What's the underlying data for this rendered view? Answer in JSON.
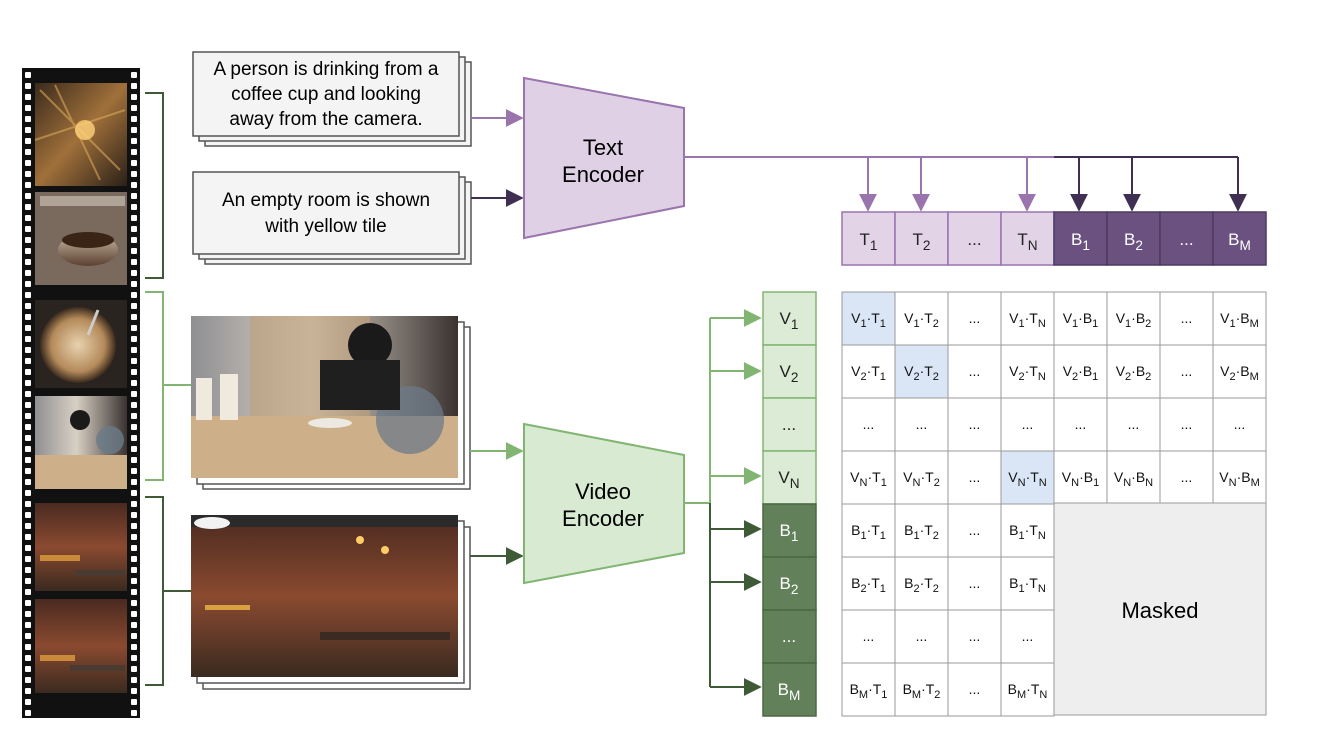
{
  "captions": [
    {
      "lines": [
        "A person is drinking from a",
        "coffee cup and looking",
        "away from the camera."
      ]
    },
    {
      "lines": [
        "An empty room is shown",
        "with yellow tile"
      ]
    }
  ],
  "text_encoder": {
    "lines": [
      "Text",
      "Encoder"
    ]
  },
  "video_encoder": {
    "lines": [
      "Video",
      "Encoder"
    ]
  },
  "text_tokens": [
    {
      "base": "T",
      "sub": "1",
      "kind": "T"
    },
    {
      "base": "T",
      "sub": "2",
      "kind": "T"
    },
    {
      "base": "...",
      "sub": "",
      "kind": "T"
    },
    {
      "base": "T",
      "sub": "N",
      "kind": "T"
    },
    {
      "base": "B",
      "sub": "1",
      "kind": "B"
    },
    {
      "base": "B",
      "sub": "2",
      "kind": "B"
    },
    {
      "base": "...",
      "sub": "",
      "kind": "B"
    },
    {
      "base": "B",
      "sub": "M",
      "kind": "B"
    }
  ],
  "video_tokens": [
    {
      "base": "V",
      "sub": "1",
      "kind": "V"
    },
    {
      "base": "V",
      "sub": "2",
      "kind": "V"
    },
    {
      "base": "...",
      "sub": "",
      "kind": "V"
    },
    {
      "base": "V",
      "sub": "N",
      "kind": "V"
    },
    {
      "base": "B",
      "sub": "1",
      "kind": "B"
    },
    {
      "base": "B",
      "sub": "2",
      "kind": "B"
    },
    {
      "base": "...",
      "sub": "",
      "kind": "B"
    },
    {
      "base": "B",
      "sub": "M",
      "kind": "B"
    }
  ],
  "matrix_rows": [
    [
      {
        "a": "V",
        "as": "1",
        "b": "T",
        "bs": "1",
        "hl": true
      },
      {
        "a": "V",
        "as": "1",
        "b": "T",
        "bs": "2"
      },
      {
        "text": "..."
      },
      {
        "a": "V",
        "as": "1",
        "b": "T",
        "bs": "N"
      },
      {
        "a": "V",
        "as": "1",
        "b": "B",
        "bs": "1"
      },
      {
        "a": "V",
        "as": "1",
        "b": "B",
        "bs": "2"
      },
      {
        "text": "..."
      },
      {
        "a": "V",
        "as": "1",
        "b": "B",
        "bs": "M"
      }
    ],
    [
      {
        "a": "V",
        "as": "2",
        "b": "T",
        "bs": "1"
      },
      {
        "a": "V",
        "as": "2",
        "b": "T",
        "bs": "2",
        "hl": true
      },
      {
        "text": "..."
      },
      {
        "a": "V",
        "as": "2",
        "b": "T",
        "bs": "N"
      },
      {
        "a": "V",
        "as": "2",
        "b": "B",
        "bs": "1"
      },
      {
        "a": "V",
        "as": "2",
        "b": "B",
        "bs": "2"
      },
      {
        "text": "..."
      },
      {
        "a": "V",
        "as": "2",
        "b": "B",
        "bs": "M"
      }
    ],
    [
      {
        "text": "..."
      },
      {
        "text": "..."
      },
      {
        "text": "..."
      },
      {
        "text": "..."
      },
      {
        "text": "..."
      },
      {
        "text": "..."
      },
      {
        "text": "..."
      },
      {
        "text": "..."
      }
    ],
    [
      {
        "a": "V",
        "as": "N",
        "b": "T",
        "bs": "1"
      },
      {
        "a": "V",
        "as": "N",
        "b": "T",
        "bs": "2"
      },
      {
        "text": "..."
      },
      {
        "a": "V",
        "as": "N",
        "b": "T",
        "bs": "N",
        "hl": true
      },
      {
        "a": "V",
        "as": "N",
        "b": "B",
        "bs": "1"
      },
      {
        "a": "V",
        "as": "N",
        "b": "B",
        "bs": "N"
      },
      {
        "text": "..."
      },
      {
        "a": "V",
        "as": "N",
        "b": "B",
        "bs": "M"
      }
    ],
    [
      {
        "a": "B",
        "as": "1",
        "b": "T",
        "bs": "1"
      },
      {
        "a": "B",
        "as": "1",
        "b": "T",
        "bs": "2"
      },
      {
        "text": "..."
      },
      {
        "a": "B",
        "as": "1",
        "b": "T",
        "bs": "N"
      }
    ],
    [
      {
        "a": "B",
        "as": "2",
        "b": "T",
        "bs": "1"
      },
      {
        "a": "B",
        "as": "2",
        "b": "T",
        "bs": "2"
      },
      {
        "text": "..."
      },
      {
        "a": "B",
        "as": "1",
        "b": "T",
        "bs": "N"
      }
    ],
    [
      {
        "text": "..."
      },
      {
        "text": "..."
      },
      {
        "text": "..."
      },
      {
        "text": "..."
      }
    ],
    [
      {
        "a": "B",
        "as": "M",
        "b": "T",
        "bs": "1"
      },
      {
        "a": "B",
        "as": "M",
        "b": "T",
        "bs": "2"
      },
      {
        "text": "..."
      },
      {
        "a": "B",
        "as": "M",
        "b": "T",
        "bs": "N"
      }
    ]
  ],
  "masked_label": "Masked",
  "colors": {
    "text_light_fill": "#e2d3e7",
    "text_dark_fill": "#6b5180",
    "text_arrow_light": "#9a74ad",
    "text_arrow_dark": "#3f2f52",
    "video_light_fill": "#dcebd5",
    "video_dark_fill": "#62805a",
    "video_arrow_light": "#82b572",
    "video_arrow_dark": "#3e5a36",
    "encoder_text_fill": "#e0d0e6",
    "encoder_video_fill": "#d8ebd2",
    "highlight": "#dae6f6",
    "masked_fill": "#eeeeee",
    "grid": "#9a9a9a"
  }
}
